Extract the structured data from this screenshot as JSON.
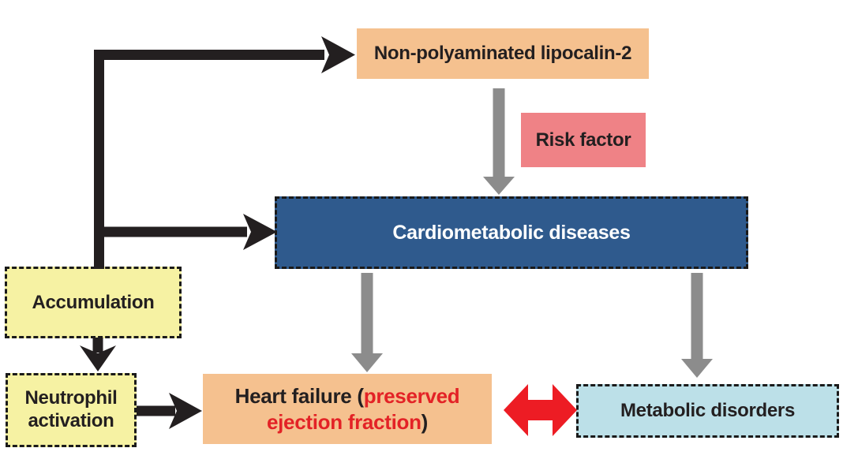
{
  "colors": {
    "black_arrow": "#231F20",
    "gray_arrow": "#8C8C8C",
    "red_arrow": "#ED1C24",
    "red_text": "#E32226",
    "peach_fill": "#F5C18F",
    "pink_fill": "#EF8286",
    "dark_blue_fill": "#2F5A8D",
    "yellow_fill": "#F6F2A3",
    "light_blue_fill": "#BCE0E8",
    "white_text": "#FFFFFF",
    "dark_text": "#231F20"
  },
  "nodes": {
    "lipocalin": {
      "label": "Non-polyaminated lipocalin-2"
    },
    "risk_factor": {
      "label": "Risk factor"
    },
    "cardiometabolic": {
      "label": "Cardiometabolic diseases"
    },
    "accumulation": {
      "label": "Accumulation"
    },
    "neutrophil": {
      "label": "Neutrophil activation"
    },
    "heart_failure": {
      "line1_black": "Heart failure (",
      "line1_red": "preserved",
      "line2_red": "ejection fraction",
      "line2_black": ")"
    },
    "metabolic": {
      "label": "Metabolic disorders"
    }
  }
}
